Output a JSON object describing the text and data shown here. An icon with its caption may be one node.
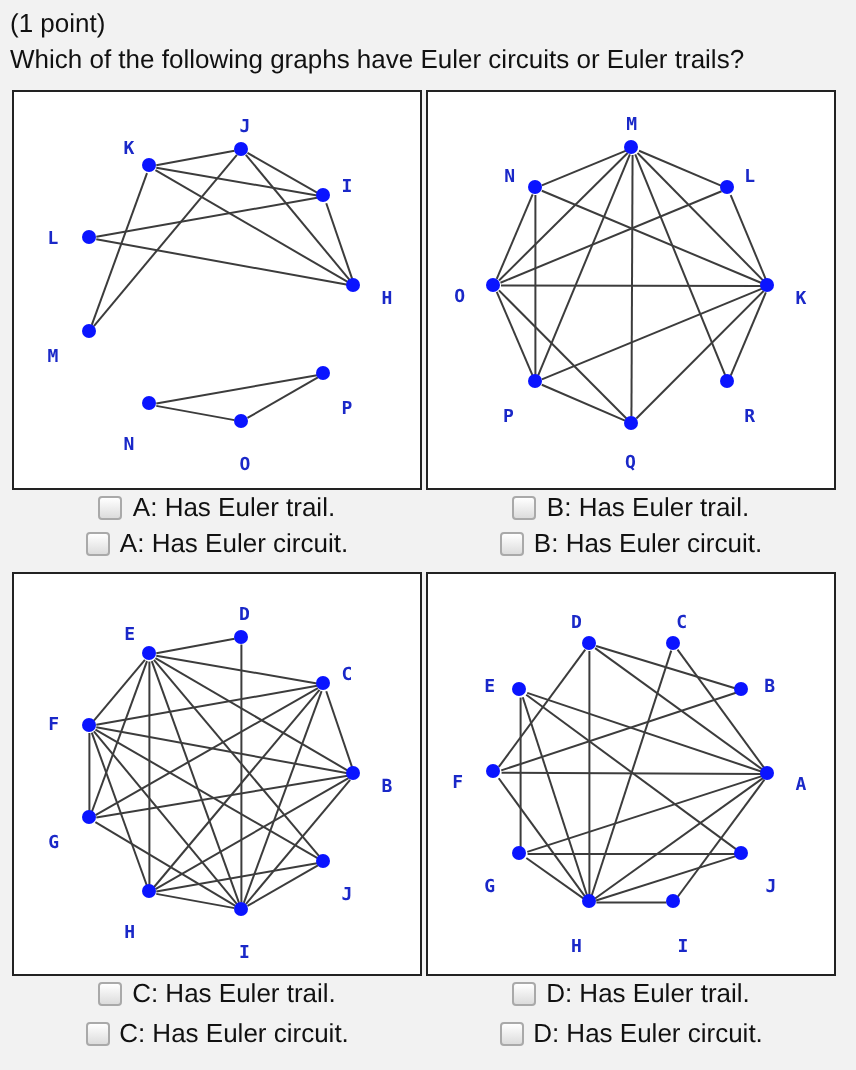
{
  "diagram": {
    "title": "Which of the following graphs have Euler circuits or Euler trails?",
    "nodes": [
      {
        "text": [],
        "shape": "box"
      },
      {
        "text": [],
        "shape": "circle",
        "beside": [
          "J"
        ],
        "in": 0
      },
      {
        "text": [],
        "shape": "circle",
        "beside": [
          "K"
        ],
        "in": 0
      },
      {
        "text": [],
        "shape": "circle",
        "beside": [
          "I"
        ],
        "in": 0
      },
      {
        "text": [],
        "shape": "circle",
        "beside": [
          "L"
        ],
        "in": 0
      },
      {
        "text": [],
        "shape": "circle",
        "beside": [
          "H"
        ],
        "in": 0
      },
      {
        "text": [],
        "shape": "circle",
        "beside": [
          "M"
        ],
        "in": 0
      },
      {
        "text": [],
        "shape": "circle",
        "beside": [
          "P"
        ],
        "in": 0
      },
      {
        "text": [],
        "shape": "circle",
        "beside": [
          "N"
        ],
        "in": 0
      },
      {
        "text": [],
        "shape": "circle",
        "beside": [
          "O"
        ],
        "in": 0
      },
      {
        "text": [],
        "shape": "box"
      },
      {
        "text": [],
        "shape": "circle",
        "beside": [
          "M"
        ],
        "in": 10
      },
      {
        "text": [],
        "shape": "circle",
        "beside": [
          "N"
        ],
        "in": 10
      },
      {
        "text": [],
        "shape": "circle",
        "beside": [
          "L"
        ],
        "in": 10
      },
      {
        "text": [],
        "shape": "circle",
        "beside": [
          "O"
        ],
        "in": 10
      },
      {
        "text": [],
        "shape": "circle",
        "beside": [
          "K"
        ],
        "in": 10
      },
      {
        "text": [],
        "shape": "circle",
        "beside": [
          "P"
        ],
        "in": 10
      },
      {
        "text": [],
        "shape": "circle",
        "beside": [
          "R"
        ],
        "in": 10
      },
      {
        "text": [],
        "shape": "circle",
        "beside": [
          "Q"
        ],
        "in": 10
      },
      {
        "text": [],
        "shape": "box"
      },
      {
        "text": [],
        "shape": "circle",
        "beside": [
          "D"
        ],
        "in": 19
      },
      {
        "text": [],
        "shape": "circle",
        "beside": [
          "E"
        ],
        "in": 19
      },
      {
        "text": [],
        "shape": "circle",
        "beside": [
          "C"
        ],
        "in": 19
      },
      {
        "text": [],
        "shape": "circle",
        "beside": [
          "F"
        ],
        "in": 19
      },
      {
        "text": [],
        "shape": "circle",
        "beside": [
          "B"
        ],
        "in": 19
      },
      {
        "text": [],
        "shape": "circle",
        "beside": [
          "G"
        ],
        "in": 19
      },
      {
        "text": [],
        "shape": "circle",
        "beside": [
          "J"
        ],
        "in": 19
      },
      {
        "text": [],
        "shape": "circle",
        "beside": [
          "H"
        ],
        "in": 19
      },
      {
        "text": [],
        "shape": "circle",
        "beside": [
          "I"
        ],
        "in": 19
      },
      {
        "text": [],
        "shape": "box"
      },
      {
        "text": [],
        "shape": "circle",
        "beside": [
          "D"
        ],
        "in": 29
      },
      {
        "text": [],
        "shape": "circle",
        "beside": [
          "C"
        ],
        "in": 29
      },
      {
        "text": [],
        "shape": "circle",
        "beside": [
          "E"
        ],
        "in": 29
      },
      {
        "text": [],
        "shape": "circle",
        "beside": [
          "B"
        ],
        "in": 29
      },
      {
        "text": [],
        "shape": "circle",
        "beside": [
          "F"
        ],
        "in": 29
      },
      {
        "text": [],
        "shape": "circle",
        "beside": [
          "A"
        ],
        "in": 29
      },
      {
        "text": [],
        "shape": "circle",
        "beside": [
          "G"
        ],
        "in": 29
      },
      {
        "text": [],
        "shape": "circle",
        "beside": [
          "J"
        ],
        "in": 29
      },
      {
        "text": [],
        "shape": "circle",
        "beside": [
          "H"
        ],
        "in": 29
      },
      {
        "text": [],
        "shape": "circle",
        "beside": [
          "I"
        ],
        "in": 29
      }
    ],
    "edges": [
      {
        "from": 2,
        "to": 1,
        "arrow": "none"
      },
      {
        "from": 2,
        "to": 3,
        "arrow": "none"
      },
      {
        "from": 2,
        "to": 5,
        "arrow": "none"
      },
      {
        "from": 2,
        "to": 6,
        "arrow": "none"
      },
      {
        "from": 1,
        "to": 3,
        "arrow": "none"
      },
      {
        "from": 1,
        "to": 5,
        "arrow": "none"
      },
      {
        "from": 1,
        "to": 6,
        "arrow": "none"
      },
      {
        "from": 3,
        "to": 5,
        "arrow": "none"
      },
      {
        "from": 4,
        "to": 3,
        "arrow": "none"
      },
      {
        "from": 4,
        "to": 5,
        "arrow": "none"
      },
      {
        "from": 8,
        "to": 7,
        "arrow": "none"
      },
      {
        "from": 8,
        "to": 9,
        "arrow": "none"
      },
      {
        "from": 9,
        "to": 7,
        "arrow": "none"
      },
      {
        "from": 11,
        "to": 12,
        "arrow": "none"
      },
      {
        "from": 11,
        "to": 13,
        "arrow": "none"
      },
      {
        "from": 11,
        "to": 14,
        "arrow": "none"
      },
      {
        "from": 11,
        "to": 16,
        "arrow": "none"
      },
      {
        "from": 11,
        "to": 18,
        "arrow": "none"
      },
      {
        "from": 11,
        "to": 15,
        "arrow": "none"
      },
      {
        "from": 11,
        "to": 17,
        "arrow": "none"
      },
      {
        "from": 12,
        "to": 15,
        "arrow": "none"
      },
      {
        "from": 12,
        "to": 16,
        "arrow": "none"
      },
      {
        "from": 12,
        "to": 14,
        "arrow": "none"
      },
      {
        "from": 13,
        "to": 14,
        "arrow": "none"
      },
      {
        "from": 13,
        "to": 15,
        "arrow": "none"
      },
      {
        "from": 14,
        "to": 15,
        "arrow": "none"
      },
      {
        "from": 14,
        "to": 16,
        "arrow": "none"
      },
      {
        "from": 14,
        "to": 18,
        "arrow": "none"
      },
      {
        "from": 16,
        "to": 15,
        "arrow": "none"
      },
      {
        "from": 16,
        "to": 18,
        "arrow": "none"
      },
      {
        "from": 18,
        "to": 15,
        "arrow": "none"
      },
      {
        "from": 15,
        "to": 17,
        "arrow": "none"
      },
      {
        "from": 21,
        "to": 20,
        "arrow": "none"
      },
      {
        "from": 21,
        "to": 22,
        "arrow": "none"
      },
      {
        "from": 21,
        "to": 24,
        "arrow": "none"
      },
      {
        "from": 21,
        "to": 23,
        "arrow": "none"
      },
      {
        "from": 21,
        "to": 25,
        "arrow": "none"
      },
      {
        "from": 21,
        "to": 27,
        "arrow": "none"
      },
      {
        "from": 21,
        "to": 28,
        "arrow": "none"
      },
      {
        "from": 21,
        "to": 26,
        "arrow": "none"
      },
      {
        "from": 20,
        "to": 28,
        "arrow": "none"
      },
      {
        "from": 22,
        "to": 23,
        "arrow": "none"
      },
      {
        "from": 22,
        "to": 25,
        "arrow": "none"
      },
      {
        "from": 22,
        "to": 27,
        "arrow": "none"
      },
      {
        "from": 22,
        "to": 28,
        "arrow": "none"
      },
      {
        "from": 22,
        "to": 24,
        "arrow": "none"
      },
      {
        "from": 23,
        "to": 24,
        "arrow": "none"
      },
      {
        "from": 23,
        "to": 25,
        "arrow": "none"
      },
      {
        "from": 23,
        "to": 27,
        "arrow": "none"
      },
      {
        "from": 23,
        "to": 28,
        "arrow": "none"
      },
      {
        "from": 23,
        "to": 26,
        "arrow": "none"
      },
      {
        "from": 24,
        "to": 25,
        "arrow": "none"
      },
      {
        "from": 24,
        "to": 27,
        "arrow": "none"
      },
      {
        "from": 24,
        "to": 28,
        "arrow": "none"
      },
      {
        "from": 25,
        "to": 28,
        "arrow": "none"
      },
      {
        "from": 26,
        "to": 27,
        "arrow": "none"
      },
      {
        "from": 26,
        "to": 28,
        "arrow": "none"
      },
      {
        "from": 27,
        "to": 28,
        "arrow": "none"
      },
      {
        "from": 30,
        "to": 33,
        "arrow": "none"
      },
      {
        "from": 30,
        "to": 35,
        "arrow": "none"
      },
      {
        "from": 30,
        "to": 34,
        "arrow": "none"
      },
      {
        "from": 30,
        "to": 38,
        "arrow": "none"
      },
      {
        "from": 31,
        "to": 35,
        "arrow": "none"
      },
      {
        "from": 31,
        "to": 38,
        "arrow": "none"
      },
      {
        "from": 32,
        "to": 35,
        "arrow": "none"
      },
      {
        "from": 32,
        "to": 37,
        "arrow": "none"
      },
      {
        "from": 32,
        "to": 36,
        "arrow": "none"
      },
      {
        "from": 32,
        "to": 38,
        "arrow": "none"
      },
      {
        "from": 33,
        "to": 34,
        "arrow": "none"
      },
      {
        "from": 34,
        "to": 35,
        "arrow": "none"
      },
      {
        "from": 34,
        "to": 38,
        "arrow": "none"
      },
      {
        "from": 35,
        "to": 36,
        "arrow": "none"
      },
      {
        "from": 35,
        "to": 38,
        "arrow": "none"
      },
      {
        "from": 35,
        "to": 39,
        "arrow": "none"
      },
      {
        "from": 36,
        "to": 37,
        "arrow": "none"
      },
      {
        "from": 36,
        "to": 38,
        "arrow": "none"
      },
      {
        "from": 37,
        "to": 38,
        "arrow": "none"
      },
      {
        "from": 38,
        "to": 39,
        "arrow": "none"
      }
    ],
    "labels": [
      "(1 point)",
      "A: Has Euler trail.",
      "B: Has Euler trail.",
      "A: Has Euler circuit.",
      "B: Has Euler circuit.",
      "C: Has Euler trail.",
      "D: Has Euler trail.",
      "C: Has Euler circuit.",
      "D: Has Euler circuit."
    ]
  }
}
